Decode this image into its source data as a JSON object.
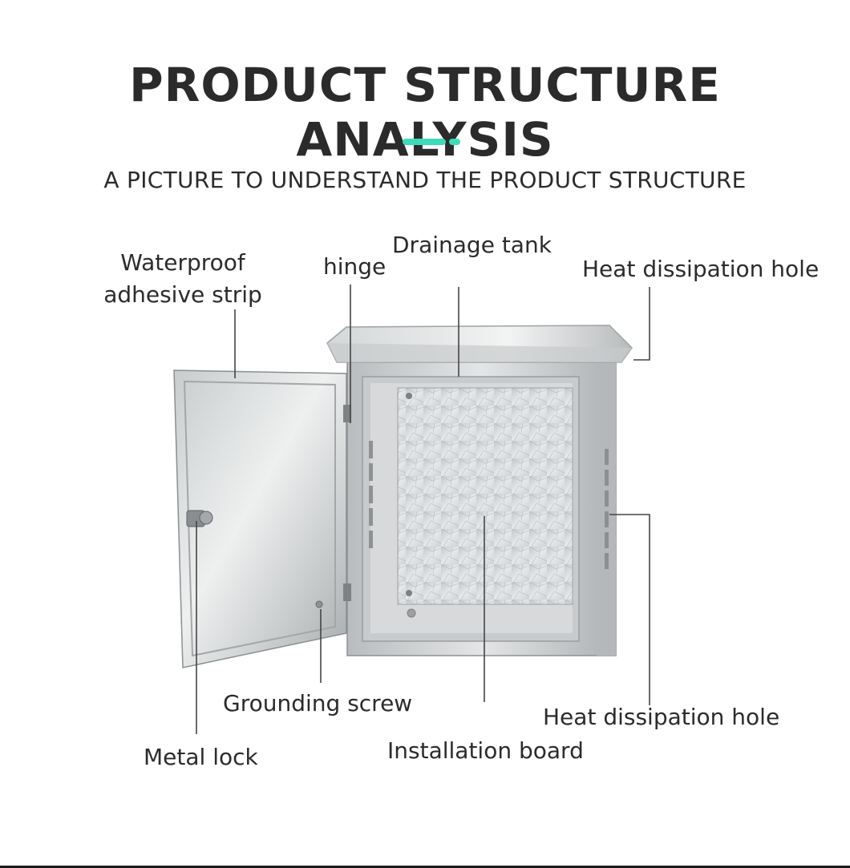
{
  "header": {
    "title": "PRODUCT STRUCTURE ANALYSIS",
    "subtitle": "A PICTURE TO UNDERSTAND THE PRODUCT STRUCTURE",
    "accent_color": "#3ddbb9"
  },
  "callouts": {
    "waterproof_line1": "Waterproof",
    "waterproof_line2": "adhesive strip",
    "hinge": "hinge",
    "drainage_tank": "Drainage tank",
    "heat_hole_top": "Heat dissipation hole",
    "grounding_screw": "Grounding screw",
    "heat_hole_bottom": "Heat dissipation hole",
    "metal_lock": "Metal lock",
    "installation_board": "Installation board"
  }
}
